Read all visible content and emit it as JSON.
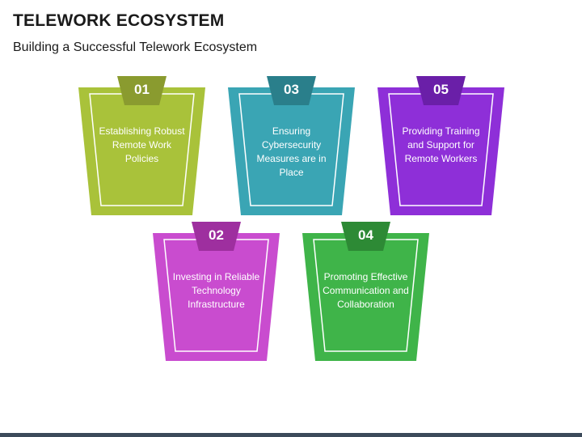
{
  "title": "TELEWORK ECOSYSTEM",
  "subtitle": "Building a Successful Telework Ecosystem",
  "cards": [
    {
      "number": "01",
      "label": "Establishing Robust Remote Work Policies",
      "color": "#a9c23a",
      "dark": "#8a9b2f"
    },
    {
      "number": "02",
      "label": "Investing in Reliable Technology Infrastructure",
      "color": "#c94ccf",
      "dark": "#9e2f9f"
    },
    {
      "number": "03",
      "label": "Ensuring Cybersecurity Measures are in Place",
      "color": "#3aa5b4",
      "dark": "#2a7f8b"
    },
    {
      "number": "04",
      "label": "Promoting Effective Communication and Collaboration",
      "color": "#3fb449",
      "dark": "#2d8a35"
    },
    {
      "number": "05",
      "label": "Providing Training and Support for Remote Workers",
      "color": "#8e2fd8",
      "dark": "#6a1fa8"
    }
  ]
}
